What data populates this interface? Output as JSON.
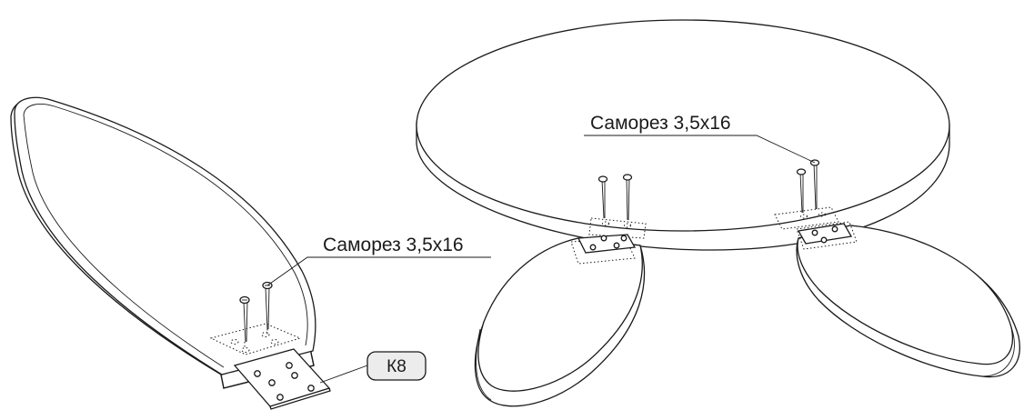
{
  "callouts": {
    "screw_left": "Саморез 3,5х16",
    "screw_right": "Саморез 3,5х16",
    "part_badge": "К8"
  }
}
